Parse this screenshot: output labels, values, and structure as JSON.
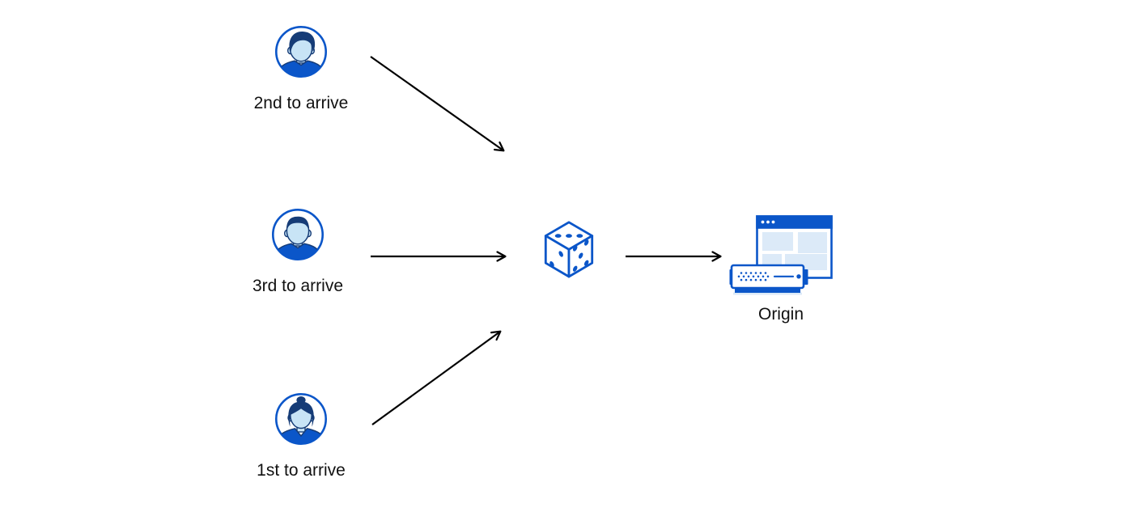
{
  "diagram": {
    "title": "random-steering-to-origin-diagram",
    "background_color": "#ffffff",
    "arrow_color": "#000000",
    "accent_blue": "#0b56c9",
    "dark_navy": "#163c77",
    "skin_blue": "#c8e4f6",
    "panel_blue": "#dceaf8",
    "text_color": "#111111",
    "nodes": {
      "user_second": {
        "label": "2nd to arrive",
        "icon": "person-avatar-icon"
      },
      "user_third": {
        "label": "3rd to arrive",
        "icon": "person-avatar-icon"
      },
      "user_first": {
        "label": "1st to arrive",
        "icon": "person-avatar-icon"
      },
      "random_selector": {
        "label": "",
        "icon": "dice-icon"
      },
      "origin": {
        "label": "Origin",
        "icon": "origin-server-icon"
      }
    },
    "edges": [
      {
        "from": "user_second",
        "to": "random_selector"
      },
      {
        "from": "user_third",
        "to": "random_selector"
      },
      {
        "from": "user_first",
        "to": "random_selector"
      },
      {
        "from": "random_selector",
        "to": "origin"
      }
    ]
  }
}
